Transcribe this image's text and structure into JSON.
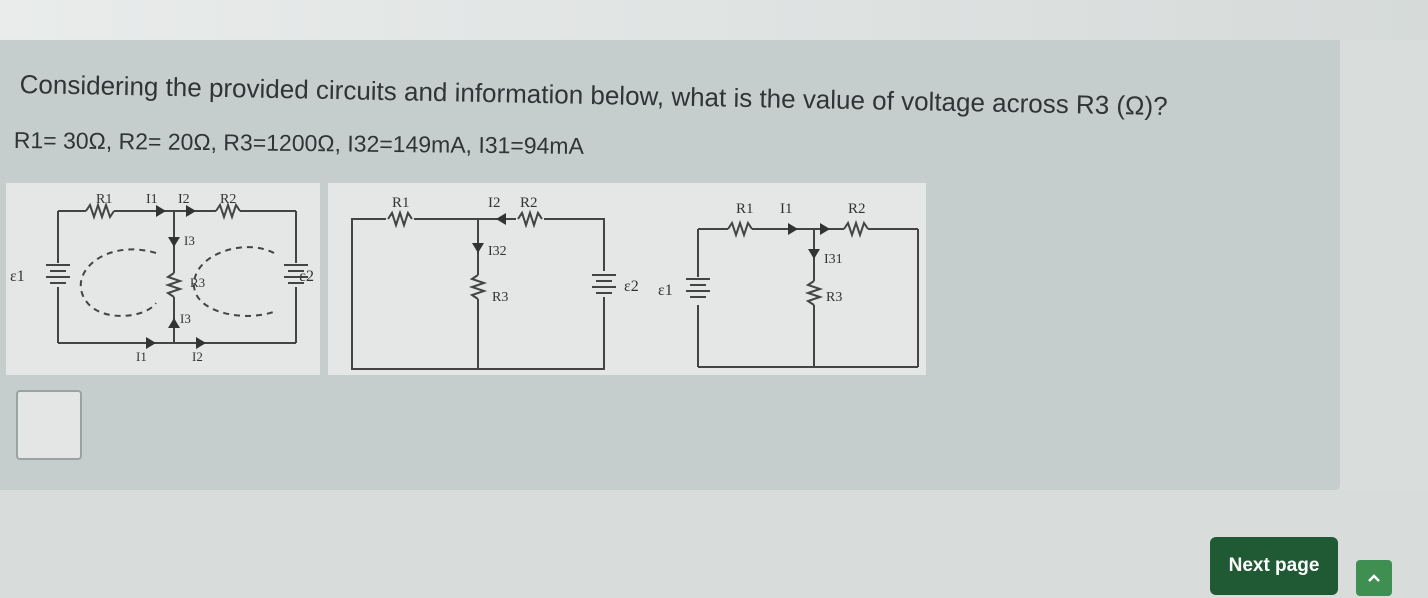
{
  "question": {
    "text": "Considering the provided circuits and information below, what is the value of voltage across R3 (Ω)?",
    "given": "R1= 30Ω, R2= 20Ω, R3=1200Ω, I32=149mA, I31=94mA"
  },
  "figures": {
    "fig1": {
      "r1": "R1",
      "r2": "R2",
      "r3": "R3",
      "i1_top": "I1",
      "i2_top": "I2",
      "i3_top": "I3",
      "i3_bottom": "I3",
      "i1_bottom": "I1",
      "i2_bottom": "I2",
      "e1": "ε1",
      "e2": "ε2"
    },
    "fig2": {
      "r1": "R1",
      "r2": "R2",
      "r3": "R3",
      "i2": "I2",
      "i32": "I32",
      "e2": "ε2"
    },
    "fig3": {
      "r1": "R1",
      "r2": "R2",
      "r3": "R3",
      "i1": "I1",
      "i31": "I31",
      "e1": "ε1"
    }
  },
  "answer": {
    "value": ""
  },
  "navigation": {
    "next_label": "Next page",
    "collapse_icon": "chevron-up-icon"
  },
  "colors": {
    "primary_button": "#1f5a35",
    "secondary_button": "#3f8f52"
  }
}
